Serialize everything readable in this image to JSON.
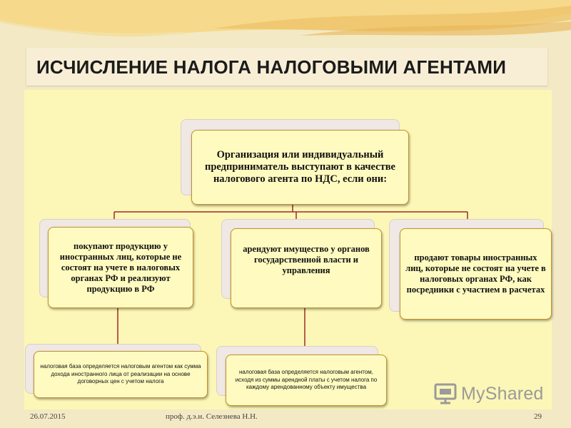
{
  "title": "ИСЧИСЛЕНИЕ НАЛОГА НАЛОГОВЫМИ АГЕНТАМИ",
  "top_box": "Организация или индивидуальный предприниматель выступают в качестве налогового агента по НДС, если они:",
  "conditions": [
    "покупают продукцию у иностранных лиц, которые не состоят на учете в налоговых органах РФ и реализуют продукцию в РФ",
    "арендуют имущество у органов государственной власти и управления",
    "продают товары иностранных лиц, которые не состоят на учете в налоговых органах РФ, как посредники с участием в расчетах"
  ],
  "tax_base": [
    "налоговая база определяется налоговым агентом как сумма дохода иностранного лица от реализации на основе договорных цен с учетом налога",
    "налоговая база определяется налоговым агентом, исходя из суммы арендной платы с учетом налога по каждому арендованному объекту имущества"
  ],
  "footer": {
    "date": "26.07.2015",
    "author": "проф. д.э.н. Селезнева Н.Н.",
    "page": "29"
  },
  "logo_text": "MyShared",
  "colors": {
    "background": "#f3e9c4",
    "panel": "#fcf7b6",
    "box_fill": "#fffbc0",
    "box_border": "#c5902c",
    "connector": "#9c2b2b"
  }
}
